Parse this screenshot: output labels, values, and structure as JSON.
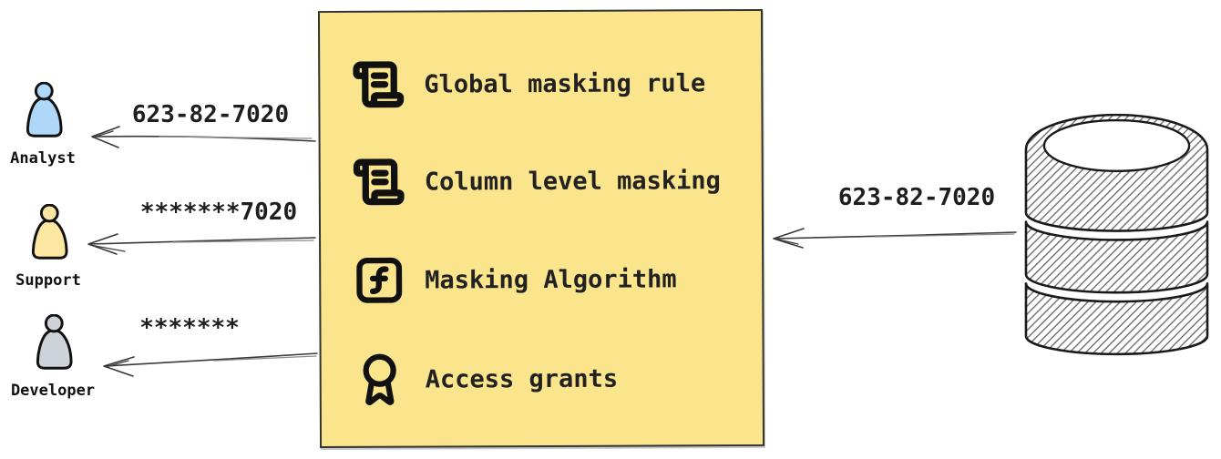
{
  "personas": [
    {
      "name": "Analyst",
      "icon": "person-icon",
      "color": "#AED7F8",
      "received_value": "623-82-7020"
    },
    {
      "name": "Support",
      "icon": "person-icon",
      "color": "#FBE7A1",
      "received_value": "*******7020"
    },
    {
      "name": "Developer",
      "icon": "person-icon",
      "color": "#CED3D9",
      "received_value": "*******"
    }
  ],
  "masking_box": {
    "fill": "#FAE48C",
    "border_color": "#333333",
    "items": [
      {
        "icon": "scroll-text-icon",
        "label": "Global masking rule"
      },
      {
        "icon": "scroll-text-icon",
        "label": "Column level masking"
      },
      {
        "icon": "function-square-icon",
        "label": "Masking Algorithm"
      },
      {
        "icon": "award-icon",
        "label": "Access grants"
      }
    ]
  },
  "database": {
    "icon": "database-icon",
    "output_value": "623-82-7020"
  }
}
